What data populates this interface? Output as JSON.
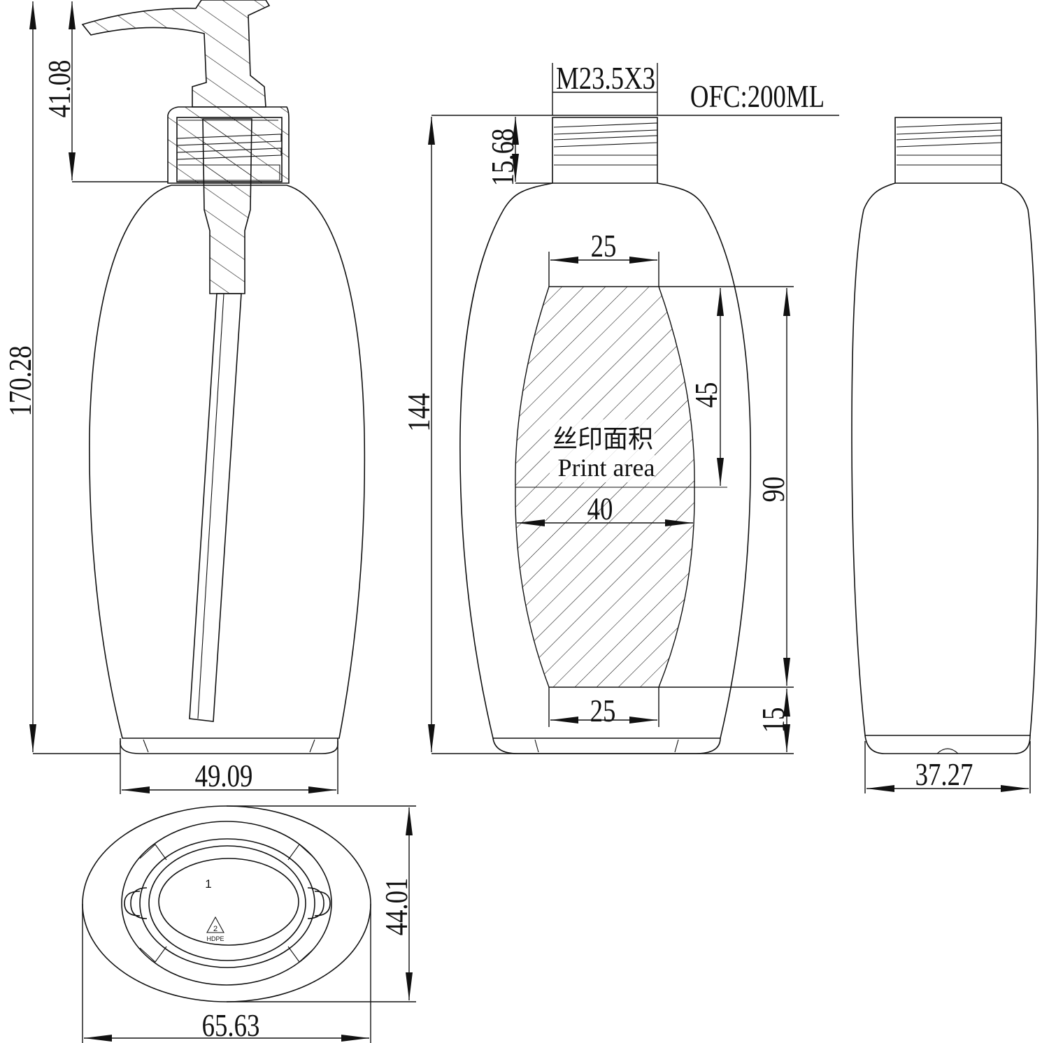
{
  "title": "OFC:200ML",
  "thread_spec": "M23.5X3",
  "print_area": {
    "label_cn": "丝印面积",
    "label_en": "Print area"
  },
  "dimensions": {
    "total_height_with_pump": "170.28",
    "pump_height": "41.08",
    "base_width_front": "49.09",
    "bottle_height": "144",
    "neck_height": "15.68",
    "print_top_width": "25",
    "print_upper_height": "45",
    "print_total_height": "90",
    "print_mid_width": "40",
    "print_bottom_width": "25",
    "print_bottom_offset": "15",
    "side_base_width": "37.27",
    "bottom_depth": "44.01",
    "bottom_length": "65.63"
  },
  "bottom_marks": {
    "cavity_number": "1",
    "recycle_code": "2",
    "material": "HDPE"
  }
}
